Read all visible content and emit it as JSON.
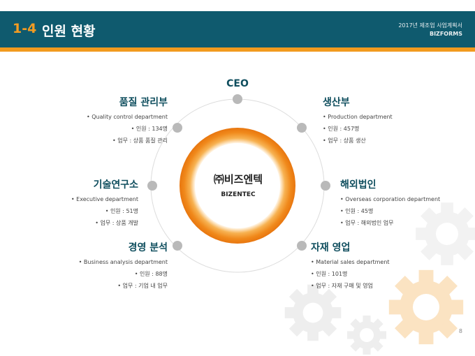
{
  "header": {
    "section_number": "1-4",
    "section_title": "인원 현황",
    "doc_title": "2017년 제조업 사업계획서",
    "brand": "BIZFORMS"
  },
  "center": {
    "company_name": "㈜비즈엔텍",
    "company_name_en": "BIZENTEC"
  },
  "ceo_label": "CEO",
  "departments": [
    {
      "name": "품질 관리부",
      "english": "• Quality control department",
      "staff": "• 인원 : 134명",
      "duty": "• 업무 : 상품 품질 관리"
    },
    {
      "name": "생산부",
      "english": "• Production department",
      "staff": "• 인원 : 457명",
      "duty": "• 업무 : 상품 생산"
    },
    {
      "name": "기술연구소",
      "english": "• Executive department",
      "staff": "• 인원 : 51명",
      "duty": "• 업무 : 상품 개발"
    },
    {
      "name": "해외법인",
      "english": "• Overseas corporation department",
      "staff": "• 인원 : 45명",
      "duty": "• 업무 : 해외법인 업무"
    },
    {
      "name": "경영 분석",
      "english": "• Business analysis department",
      "staff": "• 인원 : 88명",
      "duty": "• 업무 : 기업 내 업무"
    },
    {
      "name": "자재 영업",
      "english": "• Material sales department",
      "staff": "• 인원 : 101명",
      "duty": "• 업무 : 자재 구매 및 영업"
    }
  ],
  "page_number": "8",
  "colors": {
    "header_bg": "#0f5a6e",
    "accent_orange": "#f29a1e",
    "title_teal": "#0f4e5e",
    "node_gray": "#b9b9b9"
  }
}
